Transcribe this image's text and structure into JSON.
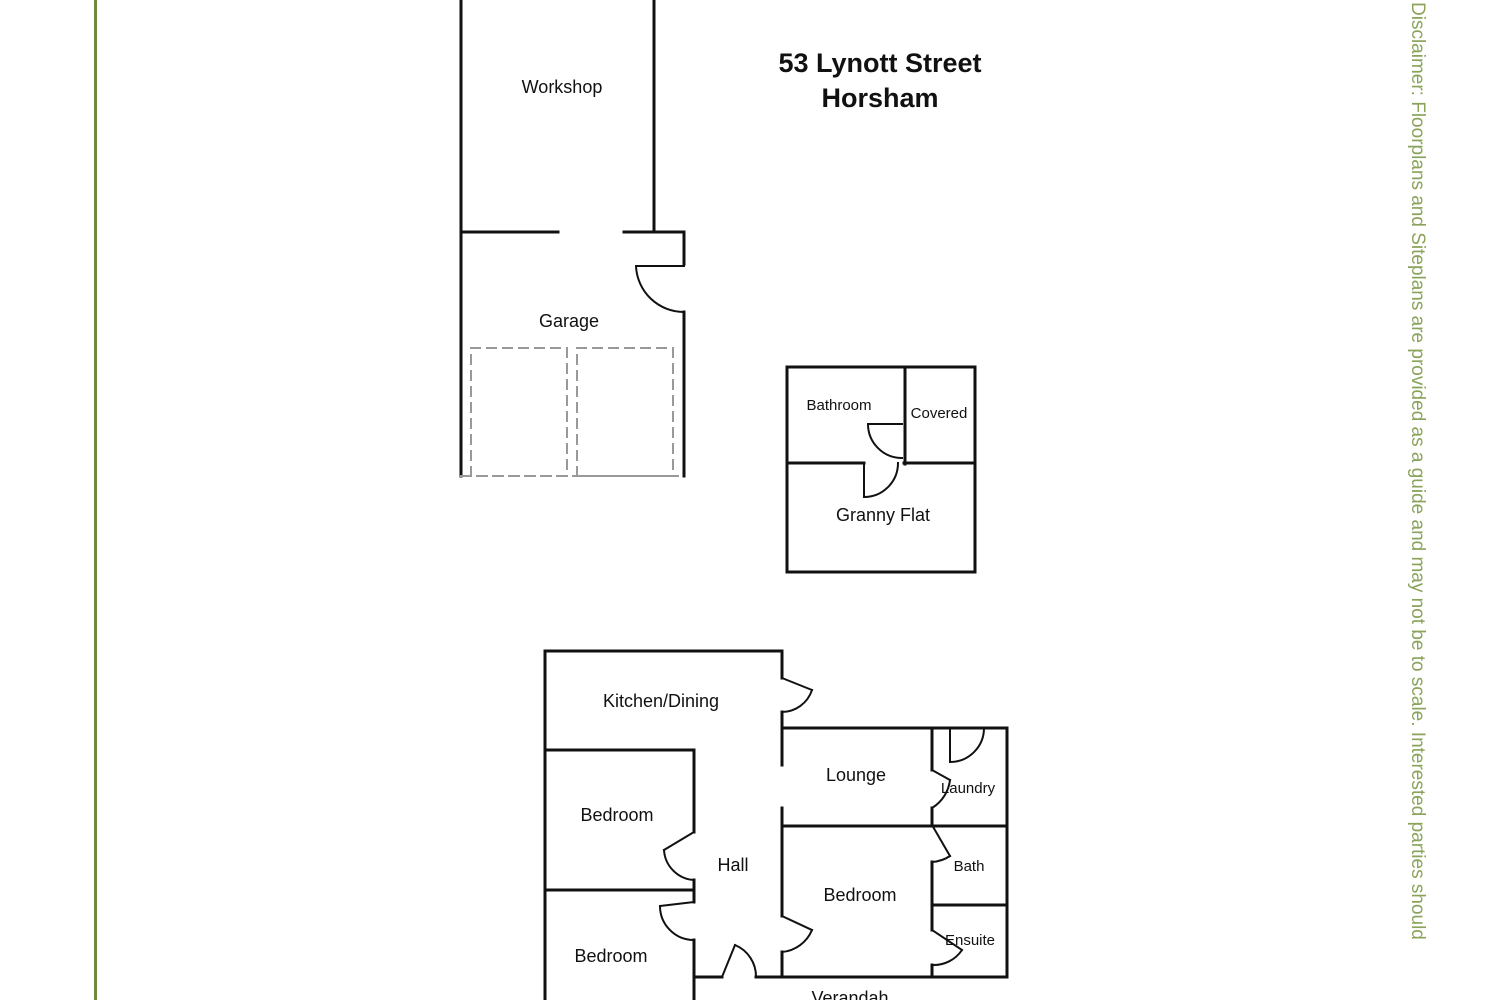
{
  "address": {
    "line1": "53 Lynott Street",
    "line2": "Horsham"
  },
  "rooms": {
    "workshop": "Workshop",
    "garage": "Garage",
    "bathroom": "Bathroom",
    "covered": "Covered",
    "granny_flat": "Granny Flat",
    "kitchen_dining": "Kitchen/Dining",
    "lounge": "Lounge",
    "laundry": "Laundry",
    "bedroom_1": "Bedroom",
    "hall": "Hall",
    "bath": "Bath",
    "bedroom_2": "Bedroom",
    "ensuite": "Ensuite",
    "bedroom_3": "Bedroom",
    "verandah": "Verandah"
  },
  "disclaimer": "Disclaimer: Floorplans and Siteplans are provided as a guide and may not be to scale. Interested parties should",
  "colors": {
    "border": "#6f8a3a",
    "disclaimer_text": "#8aa35a",
    "walls": "#111111"
  }
}
